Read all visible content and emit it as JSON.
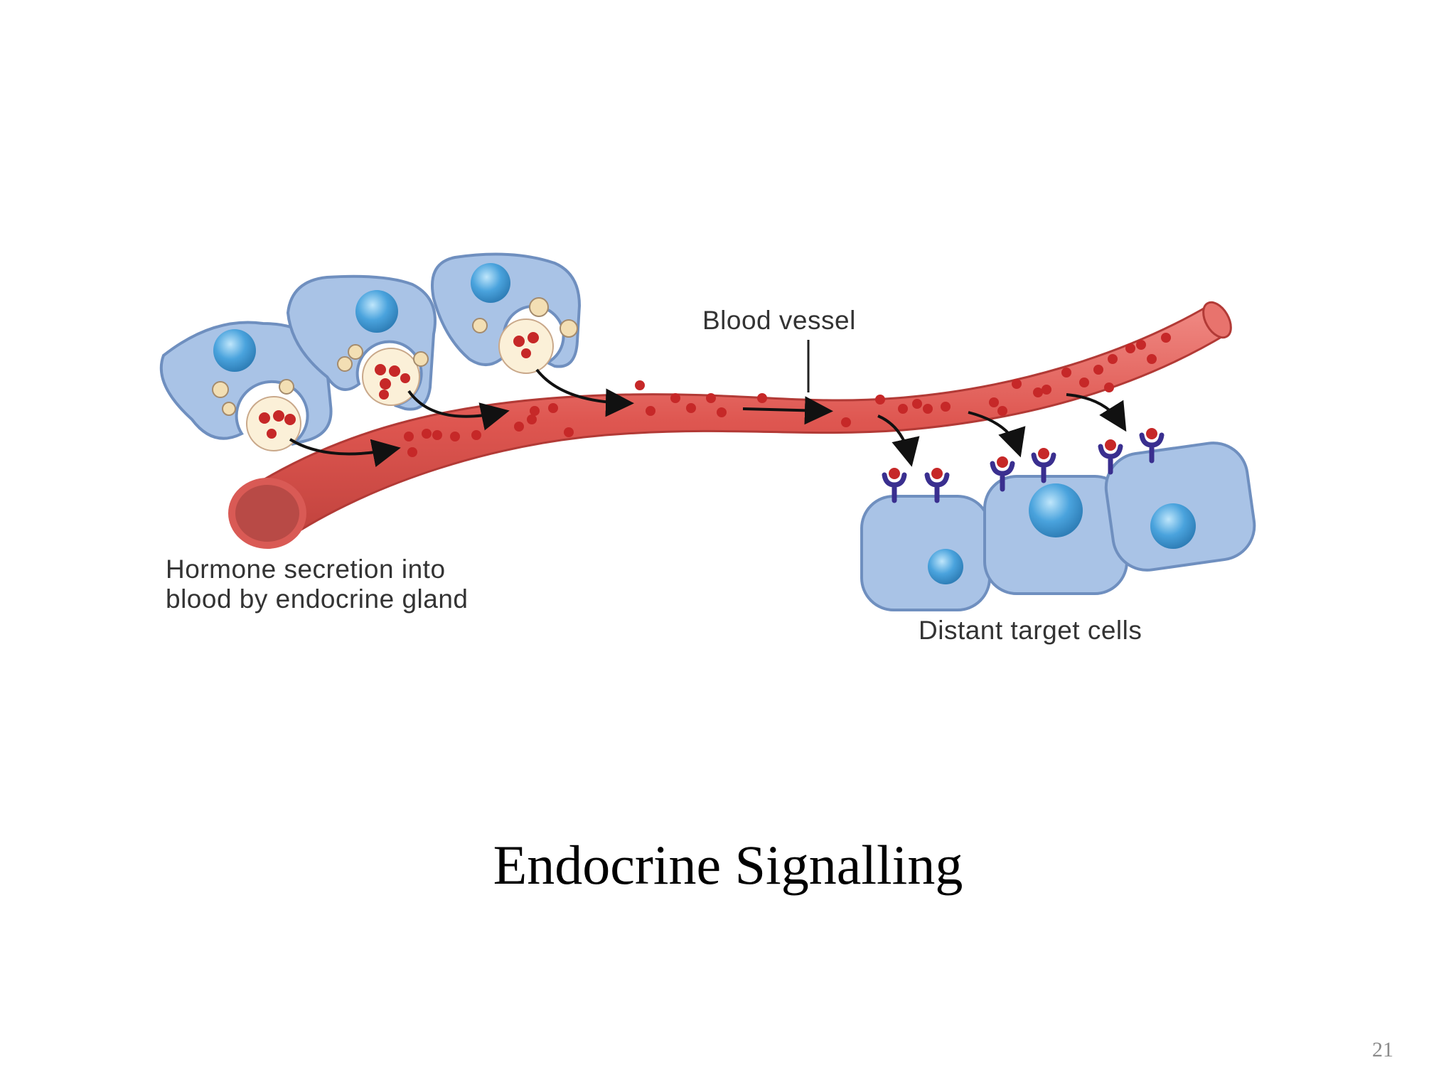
{
  "slide": {
    "title": "Endocrine Signalling",
    "number": "21"
  },
  "diagram": {
    "labels": {
      "blood_vessel": "Blood vessel",
      "hormone_line1": "Hormone secretion into",
      "hormone_line2": "blood by endocrine gland",
      "target_cells": "Distant target cells"
    },
    "colors": {
      "cell_fill": "#a9c3e6",
      "cell_stroke": "#6f8fbf",
      "nucleus": "#4aa3dd",
      "vessel": "#d9534f",
      "vessel_dark": "#b23a36",
      "hormone": "#c62828",
      "vesicle": "#f3dfb4",
      "receptor": "#3a2f8f",
      "arrow": "#111111"
    }
  }
}
